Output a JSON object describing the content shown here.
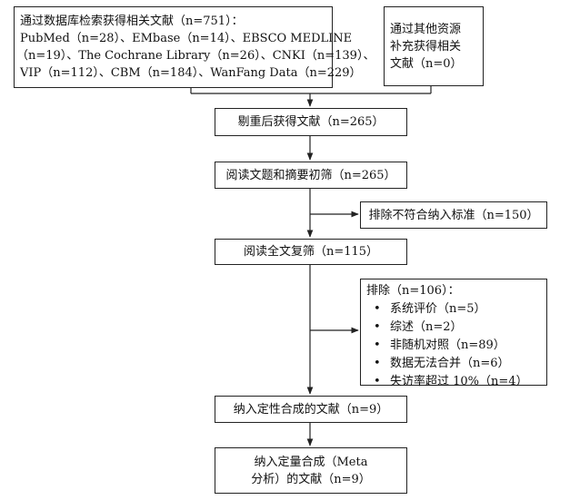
{
  "boxes": {
    "database_search": {
      "lines": [
        "通过数据库检索获得相关文献（n=751）：",
        "PubMed（n=28）、EMbase（n=14）、EBSCO MEDLINE",
        "（n=19）、The Cochrane Library（n=26）、CNKI（n=139）、",
        "VIP（n=112）、CBM（n=184）、WanFang Data（n=229）"
      ]
    },
    "other_sources": {
      "lines": [
        "通过其他资源",
        "补充获得相关",
        "文献（n=0）"
      ]
    },
    "dedup": {
      "text": "剔重后获得文献（n=265）"
    },
    "title_abstract": {
      "text": "阅读文题和摘要初筛（n=265）"
    },
    "exclude_1": {
      "text": "排除不符合纳入标准（n=150）"
    },
    "fulltext": {
      "text": "阅读全文复筛（n=115）"
    },
    "exclude_2": {
      "heading": "排除（n=106）：",
      "items": [
        "系统评价（n=5）",
        "综述（n=2）",
        "非随机对照（n=89）",
        "数据无法合并（n=6）",
        "失访率超过 10%（n=4）"
      ]
    },
    "qualitative": {
      "text": "纳入定性合成的文献（n=9）"
    },
    "quantitative": {
      "lines": [
        "纳入定量合成（Meta",
        "分析）的文献（n=9）"
      ]
    }
  }
}
